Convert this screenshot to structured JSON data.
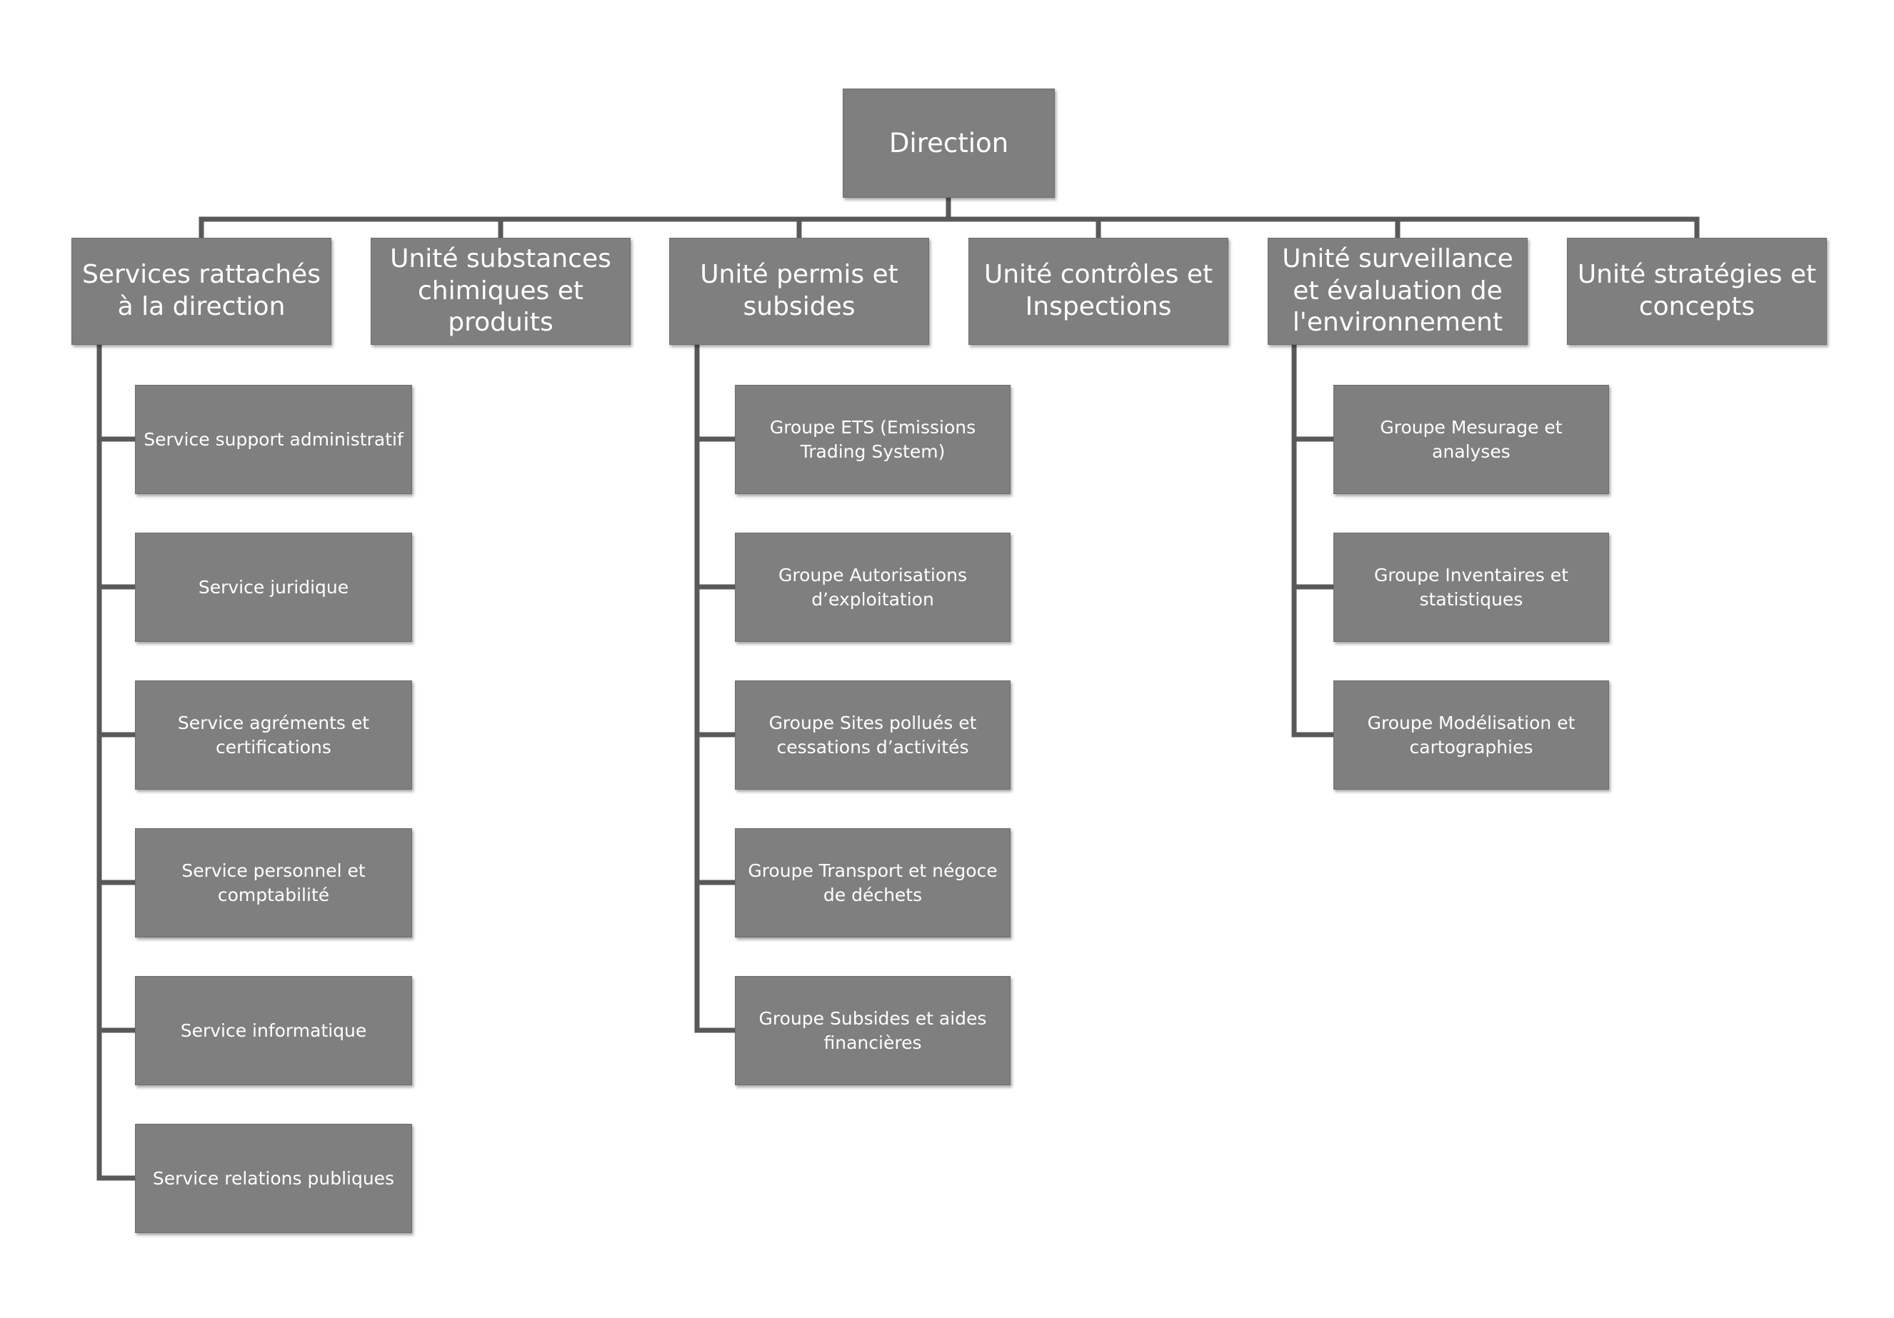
{
  "colors": {
    "box_fill": "#7f7f7f",
    "box_text": "#ffffff",
    "connector": "#595959",
    "background": "#ffffff"
  },
  "root": {
    "label": "Direction"
  },
  "units": [
    {
      "label": "Services rattachés à la direction",
      "children": [
        "Service support administratif",
        "Service juridique",
        "Service agréments et certifications",
        "Service personnel et comptabilité",
        "Service informatique",
        "Service relations publiques"
      ]
    },
    {
      "label": "Unité substances chimiques et produits",
      "children": []
    },
    {
      "label": "Unité permis et subsides",
      "children": [
        "Groupe ETS (Emissions Trading System)",
        "Groupe Autorisations d’exploitation",
        "Groupe Sites pollués et cessations d’activités",
        "Groupe Transport et négoce de déchets",
        "Groupe Subsides et aides financières"
      ]
    },
    {
      "label": "Unité contrôles et Inspections",
      "children": []
    },
    {
      "label": "Unité surveillance et évaluation de l'environnement",
      "children": [
        "Groupe Mesurage et analyses",
        "Groupe Inventaires et statistiques",
        "Groupe Modélisation et cartographies"
      ]
    },
    {
      "label": "Unité stratégies et concepts",
      "children": []
    }
  ]
}
